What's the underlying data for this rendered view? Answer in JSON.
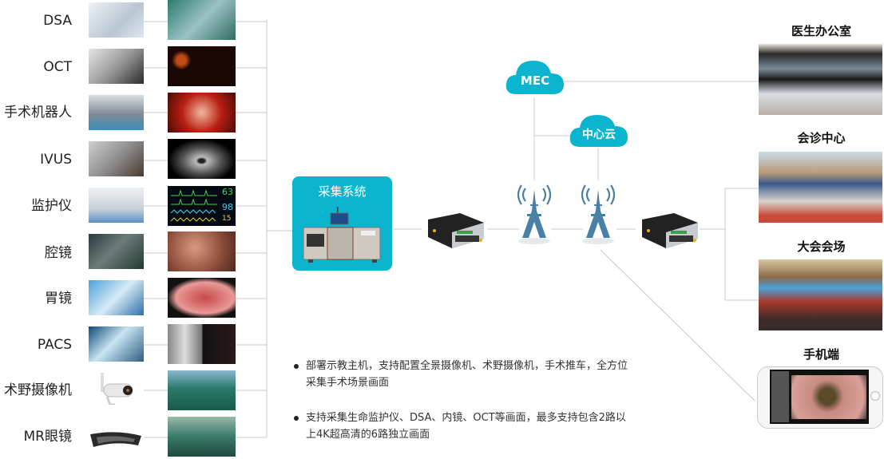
{
  "sources": [
    {
      "label": "DSA",
      "device_icon": "angiography-machine-icon",
      "screen_icon": "operating-room-scene-icon"
    },
    {
      "label": "OCT",
      "device_icon": "oct-workstation-icon",
      "screen_icon": "oct-cross-section-scan-icon"
    },
    {
      "label": "手术机器人",
      "device_icon": "surgical-robot-icon",
      "screen_icon": "surgical-field-view-icon"
    },
    {
      "label": "IVUS",
      "device_icon": "ivus-console-icon",
      "screen_icon": "ivus-ultrasound-image-icon"
    },
    {
      "label": "监护仪",
      "device_icon": "patient-monitor-icon",
      "screen_icon": "vital-signs-waveform-icon"
    },
    {
      "label": "腔镜",
      "device_icon": "laparoscope-tower-icon",
      "screen_icon": "laparoscopic-view-icon"
    },
    {
      "label": "胃镜",
      "device_icon": "gastroscope-station-icon",
      "screen_icon": "gastroscopy-view-icon"
    },
    {
      "label": "PACS",
      "device_icon": "pacs-workstation-icon",
      "screen_icon": "chest-xray-icon"
    },
    {
      "label": "术野摄像机",
      "device_icon": "field-camera-icon",
      "screen_icon": "surgical-team-view-icon"
    },
    {
      "label": "MR眼镜",
      "device_icon": "mr-headset-icon",
      "screen_icon": "surgeon-wearing-mr-icon"
    }
  ],
  "monitor_values": {
    "hr": "63",
    "spo2": "98",
    "resp": "15"
  },
  "collect": {
    "title": "采集系统"
  },
  "clouds": {
    "mec": "MEC",
    "center": "中心云"
  },
  "destinations": [
    {
      "title": "医生办公室",
      "icon": "doctor-office-scene-icon"
    },
    {
      "title": "会诊中心",
      "icon": "consultation-center-scene-icon"
    },
    {
      "title": "大会会场",
      "icon": "conference-hall-scene-icon"
    },
    {
      "title": "手机端",
      "icon": "smartphone-surgery-view-icon"
    }
  ],
  "bullets": [
    "部署示教主机，支持配置全景摄像机、术野摄像机，手术推车，全方位采集手术场景画面",
    "支持采集生命监护仪、DSA、内镜、OCT等画面，最多支持包含2路以上4K超高清的6路独立画面"
  ],
  "colors": {
    "accent": "#0bb5cf",
    "line": "#c8c8c8",
    "tower": "#4a7fa6"
  }
}
